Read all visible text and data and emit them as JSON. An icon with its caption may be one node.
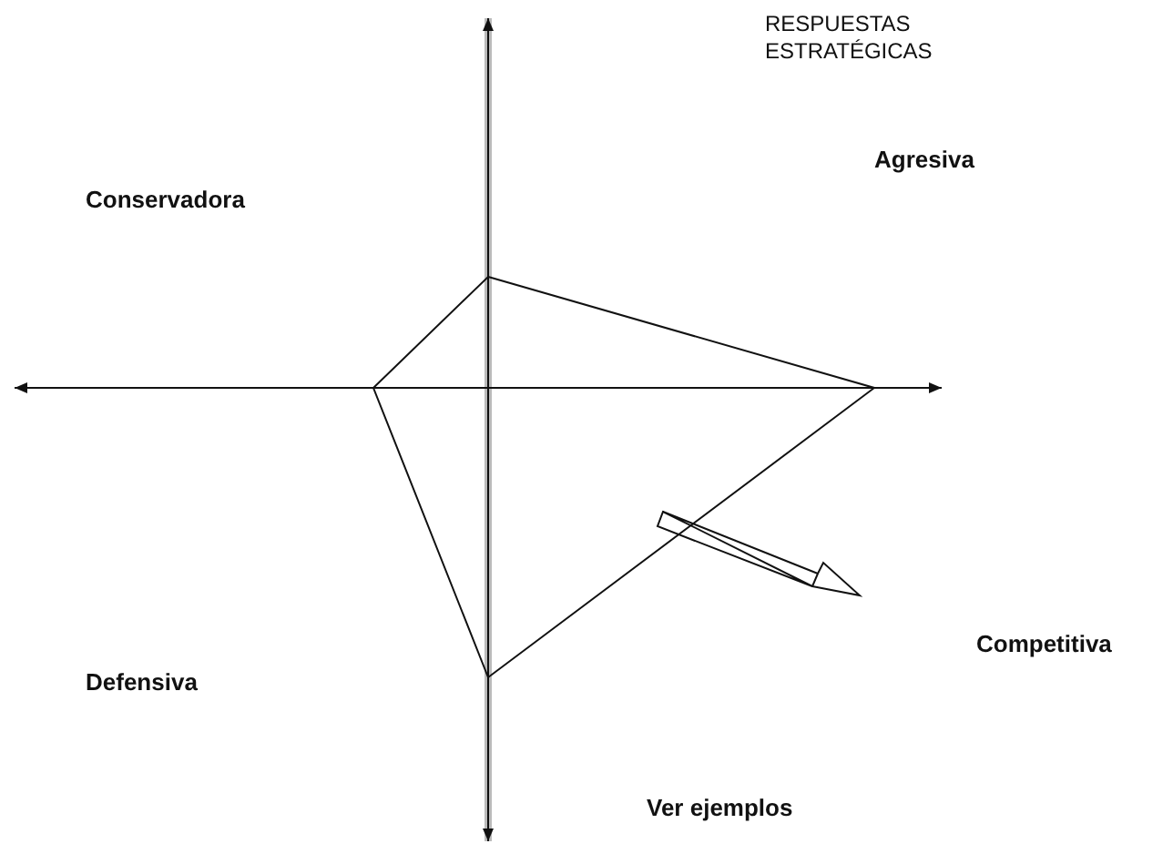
{
  "diagram": {
    "title": "RESPUESTAS ESTRATÉGICAS",
    "labels": [
      "Conservadora",
      "Agresiva",
      "Competitiva",
      "Defensiva",
      "Ver ejemplos"
    ]
  }
}
